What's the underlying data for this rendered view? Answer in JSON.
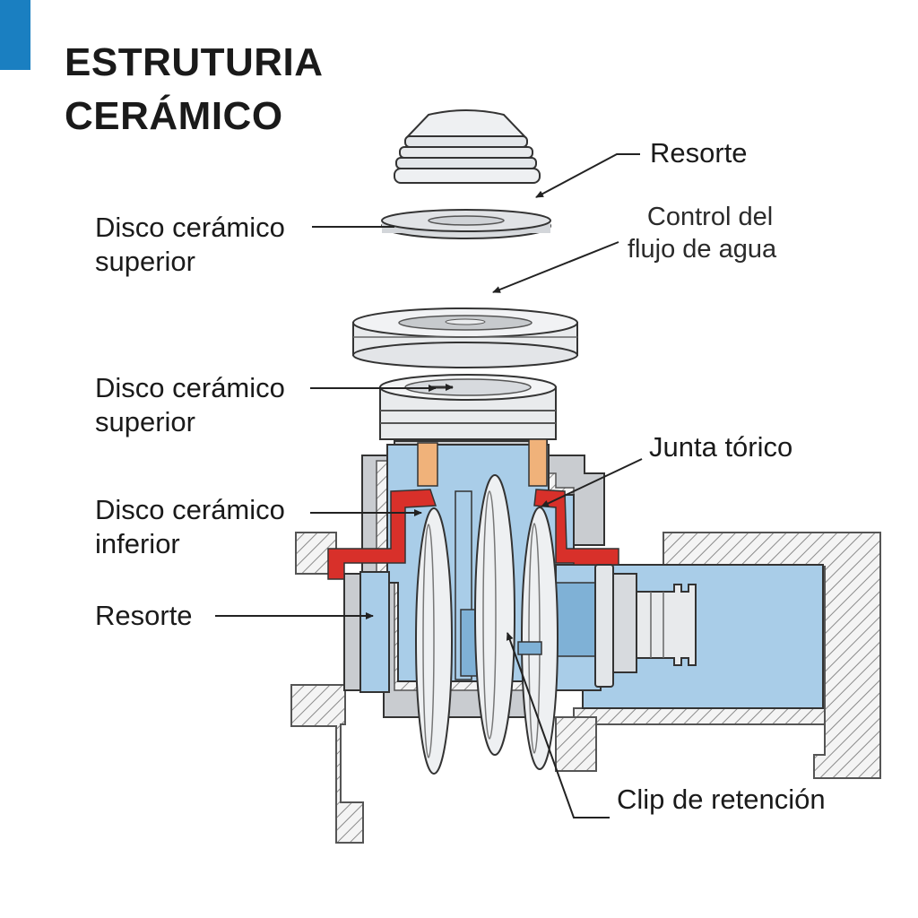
{
  "title": {
    "line1": "ESTRUTURIA",
    "line2": "CERÁMICO"
  },
  "labels": {
    "resorte_top": "Resorte",
    "control_line1": "Control del",
    "control_line2": "flujo de agua",
    "disco_sup_1_line1": "Disco cerámico",
    "disco_sup_1_line2": "superior",
    "disco_sup_2_line1": "Disco cerámico",
    "disco_sup_2_line2": "superior",
    "junta": "Junta tórico",
    "disco_inf_line1": "Disco cerámico",
    "disco_inf_line2": "inferior",
    "resorte_bottom": "Resorte",
    "clip": "Clip de retención"
  },
  "colors": {
    "accent": "#1a7fc1",
    "water_blue": "#a9cde8",
    "seal_red": "#d8302a",
    "copper_pin": "#f0b27a",
    "body_gray": "#c9ccd0",
    "disc_white": "#f2f3f4"
  }
}
